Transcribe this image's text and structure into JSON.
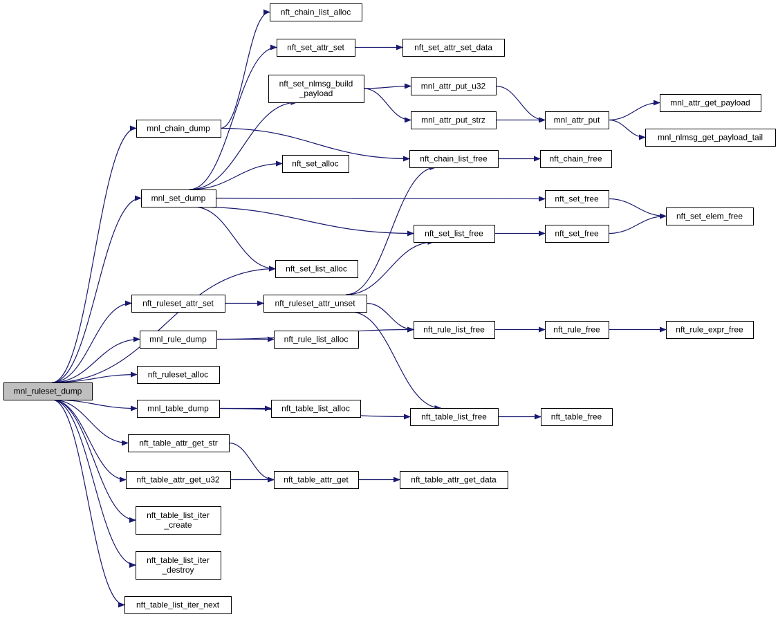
{
  "colors": {
    "edge": "#191970",
    "node_fill": "#ffffff",
    "root_fill": "#bfbfbf",
    "border": "#000000"
  },
  "nodes": [
    {
      "id": "root",
      "lines": [
        "mnl_ruleset_dump"
      ],
      "root": true
    },
    {
      "id": "mnl_chain_dump",
      "lines": [
        "mnl_chain_dump"
      ]
    },
    {
      "id": "mnl_set_dump",
      "lines": [
        "mnl_set_dump"
      ]
    },
    {
      "id": "nft_ruleset_attr_set",
      "lines": [
        "nft_ruleset_attr_set"
      ]
    },
    {
      "id": "mnl_rule_dump",
      "lines": [
        "mnl_rule_dump"
      ]
    },
    {
      "id": "nft_ruleset_alloc",
      "lines": [
        "nft_ruleset_alloc"
      ]
    },
    {
      "id": "mnl_table_dump",
      "lines": [
        "mnl_table_dump"
      ]
    },
    {
      "id": "nft_table_attr_get_str",
      "lines": [
        "nft_table_attr_get_str"
      ]
    },
    {
      "id": "nft_table_attr_get_u32",
      "lines": [
        "nft_table_attr_get_u32"
      ]
    },
    {
      "id": "nft_table_list_iter_create",
      "lines": [
        "nft_table_list_iter",
        "_create"
      ]
    },
    {
      "id": "nft_table_list_iter_destroy",
      "lines": [
        "nft_table_list_iter",
        "_destroy"
      ]
    },
    {
      "id": "nft_table_list_iter_next",
      "lines": [
        "nft_table_list_iter_next"
      ]
    },
    {
      "id": "nft_chain_list_alloc",
      "lines": [
        "nft_chain_list_alloc"
      ]
    },
    {
      "id": "nft_set_attr_set",
      "lines": [
        "nft_set_attr_set"
      ]
    },
    {
      "id": "nft_set_nlmsg_build_payload",
      "lines": [
        "nft_set_nlmsg_build",
        "_payload"
      ]
    },
    {
      "id": "nft_set_alloc",
      "lines": [
        "nft_set_alloc"
      ]
    },
    {
      "id": "nft_set_list_alloc",
      "lines": [
        "nft_set_list_alloc"
      ]
    },
    {
      "id": "nft_ruleset_attr_unset",
      "lines": [
        "nft_ruleset_attr_unset"
      ]
    },
    {
      "id": "nft_rule_list_alloc",
      "lines": [
        "nft_rule_list_alloc"
      ]
    },
    {
      "id": "nft_table_list_alloc",
      "lines": [
        "nft_table_list_alloc"
      ]
    },
    {
      "id": "nft_table_attr_get",
      "lines": [
        "nft_table_attr_get"
      ]
    },
    {
      "id": "nft_set_attr_set_data",
      "lines": [
        "nft_set_attr_set_data"
      ]
    },
    {
      "id": "mnl_attr_put_u32",
      "lines": [
        "mnl_attr_put_u32"
      ]
    },
    {
      "id": "mnl_attr_put_strz",
      "lines": [
        "mnl_attr_put_strz"
      ]
    },
    {
      "id": "nft_chain_list_free",
      "lines": [
        "nft_chain_list_free"
      ]
    },
    {
      "id": "nft_set_list_free",
      "lines": [
        "nft_set_list_free"
      ]
    },
    {
      "id": "nft_rule_list_free",
      "lines": [
        "nft_rule_list_free"
      ]
    },
    {
      "id": "nft_table_list_free",
      "lines": [
        "nft_table_list_free"
      ]
    },
    {
      "id": "nft_table_attr_get_data",
      "lines": [
        "nft_table_attr_get_data"
      ]
    },
    {
      "id": "mnl_attr_put",
      "lines": [
        "mnl_attr_put"
      ]
    },
    {
      "id": "nft_chain_free",
      "lines": [
        "nft_chain_free"
      ]
    },
    {
      "id": "nft_set_free_1",
      "lines": [
        "nft_set_free"
      ]
    },
    {
      "id": "nft_set_free_2",
      "lines": [
        "nft_set_free"
      ]
    },
    {
      "id": "nft_rule_free",
      "lines": [
        "nft_rule_free"
      ]
    },
    {
      "id": "nft_table_free",
      "lines": [
        "nft_table_free"
      ]
    },
    {
      "id": "mnl_attr_get_payload",
      "lines": [
        "mnl_attr_get_payload"
      ]
    },
    {
      "id": "mnl_nlmsg_get_payload_tail",
      "lines": [
        "mnl_nlmsg_get_payload_tail"
      ]
    },
    {
      "id": "nft_set_elem_free",
      "lines": [
        "nft_set_elem_free"
      ]
    },
    {
      "id": "nft_rule_expr_free",
      "lines": [
        "nft_rule_expr_free"
      ]
    }
  ],
  "edges": [
    [
      "root",
      "mnl_chain_dump"
    ],
    [
      "root",
      "mnl_set_dump"
    ],
    [
      "root",
      "nft_set_list_alloc"
    ],
    [
      "root",
      "nft_ruleset_attr_set"
    ],
    [
      "root",
      "mnl_rule_dump"
    ],
    [
      "root",
      "nft_ruleset_alloc"
    ],
    [
      "root",
      "mnl_table_dump"
    ],
    [
      "root",
      "nft_table_attr_get_str"
    ],
    [
      "root",
      "nft_table_attr_get_u32"
    ],
    [
      "root",
      "nft_table_list_iter_create"
    ],
    [
      "root",
      "nft_table_list_iter_destroy"
    ],
    [
      "root",
      "nft_table_list_iter_next"
    ],
    [
      "mnl_chain_dump",
      "nft_chain_list_alloc"
    ],
    [
      "mnl_chain_dump",
      "nft_chain_list_free"
    ],
    [
      "mnl_set_dump",
      "nft_set_attr_set"
    ],
    [
      "mnl_set_dump",
      "nft_set_nlmsg_build_payload"
    ],
    [
      "mnl_set_dump",
      "nft_set_alloc"
    ],
    [
      "mnl_set_dump",
      "nft_set_free_1"
    ],
    [
      "mnl_set_dump",
      "nft_set_list_free"
    ],
    [
      "mnl_set_dump",
      "nft_set_list_alloc"
    ],
    [
      "nft_ruleset_attr_set",
      "nft_ruleset_attr_unset"
    ],
    [
      "mnl_rule_dump",
      "nft_rule_list_alloc"
    ],
    [
      "mnl_rule_dump",
      "nft_rule_list_free"
    ],
    [
      "mnl_table_dump",
      "nft_table_list_alloc"
    ],
    [
      "mnl_table_dump",
      "nft_table_list_free"
    ],
    [
      "nft_table_attr_get_str",
      "nft_table_attr_get"
    ],
    [
      "nft_table_attr_get_u32",
      "nft_table_attr_get"
    ],
    [
      "nft_set_attr_set",
      "nft_set_attr_set_data"
    ],
    [
      "nft_set_nlmsg_build_payload",
      "mnl_attr_put_u32"
    ],
    [
      "nft_set_nlmsg_build_payload",
      "mnl_attr_put_strz"
    ],
    [
      "nft_ruleset_attr_unset",
      "nft_chain_list_free"
    ],
    [
      "nft_ruleset_attr_unset",
      "nft_set_list_free"
    ],
    [
      "nft_ruleset_attr_unset",
      "nft_rule_list_free"
    ],
    [
      "nft_ruleset_attr_unset",
      "nft_table_list_free"
    ],
    [
      "nft_table_attr_get",
      "nft_table_attr_get_data"
    ],
    [
      "mnl_attr_put_u32",
      "mnl_attr_put"
    ],
    [
      "mnl_attr_put_strz",
      "mnl_attr_put"
    ],
    [
      "nft_chain_list_free",
      "nft_chain_free"
    ],
    [
      "nft_set_list_free",
      "nft_set_free_2"
    ],
    [
      "nft_rule_list_free",
      "nft_rule_free"
    ],
    [
      "nft_table_list_free",
      "nft_table_free"
    ],
    [
      "mnl_attr_put",
      "mnl_attr_get_payload"
    ],
    [
      "mnl_attr_put",
      "mnl_nlmsg_get_payload_tail"
    ],
    [
      "nft_set_free_1",
      "nft_set_elem_free"
    ],
    [
      "nft_set_free_2",
      "nft_set_elem_free"
    ],
    [
      "nft_rule_free",
      "nft_rule_expr_free"
    ]
  ]
}
